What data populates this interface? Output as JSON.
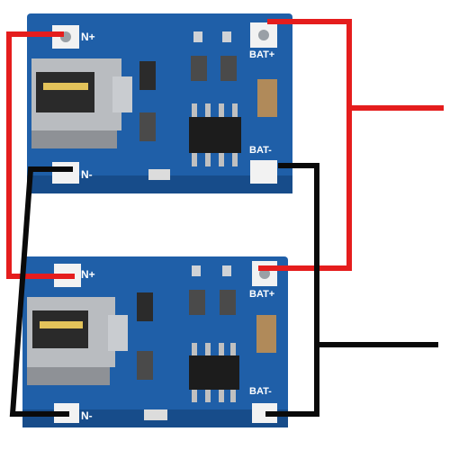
{
  "boards": [
    {
      "labels": {
        "in_plus": "N+",
        "in_minus": "N-",
        "bat_plus": "BAT+",
        "bat_minus": "BAT-"
      }
    },
    {
      "labels": {
        "in_plus": "N+",
        "in_minus": "N-",
        "bat_plus": "BAT+",
        "bat_minus": "BAT-"
      }
    }
  ],
  "colors": {
    "pcb": "#1f5fa8",
    "pcb_dark": "#174c8a",
    "pad": "#f2f2f2",
    "wire_positive": "#e51d1d",
    "wire_negative": "#0a0a0a",
    "usb_metal": "#b9bcc0",
    "chip": "#1c1c1c",
    "component": "#4a4a4a"
  }
}
